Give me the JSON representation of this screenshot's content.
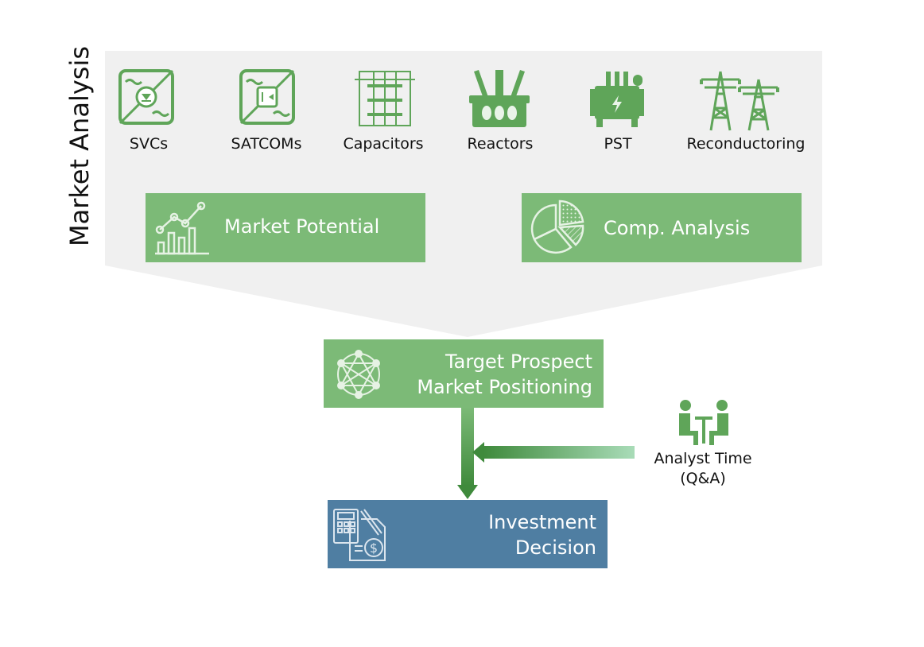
{
  "title": "Market Analysis",
  "technologies": [
    {
      "label": "SVCs",
      "icon": "svc-icon"
    },
    {
      "label": "SATCOMs",
      "icon": "statcom-icon"
    },
    {
      "label": "Capacitors",
      "icon": "capacitor-bank-icon"
    },
    {
      "label": "Reactors",
      "icon": "reactor-icon"
    },
    {
      "label": "PST",
      "icon": "transformer-icon"
    },
    {
      "label": "Reconductoring",
      "icon": "transmission-tower-icon"
    }
  ],
  "analysis_boxes": {
    "market_potential": {
      "label": "Market Potential",
      "icon": "growth-chart-icon"
    },
    "comp_analysis": {
      "label": "Comp. Analysis",
      "icon": "pie-chart-icon"
    }
  },
  "target": {
    "line1": "Target Prospect",
    "line2": "Market Positioning",
    "icon": "network-icon"
  },
  "decision": {
    "line1": "Investment",
    "line2": "Decision",
    "icon": "calculator-document-icon"
  },
  "analyst": {
    "line1": "Analyst Time",
    "line2": "(Q&A)",
    "icon": "meeting-people-icon"
  },
  "colors": {
    "green": "#7cba77",
    "icon_green": "#5fa559",
    "blue": "#4f7ea2",
    "panel": "#f0f0f0",
    "arrow_dark": "#3f8a3c",
    "arrow_light": "#a9dcb8"
  }
}
